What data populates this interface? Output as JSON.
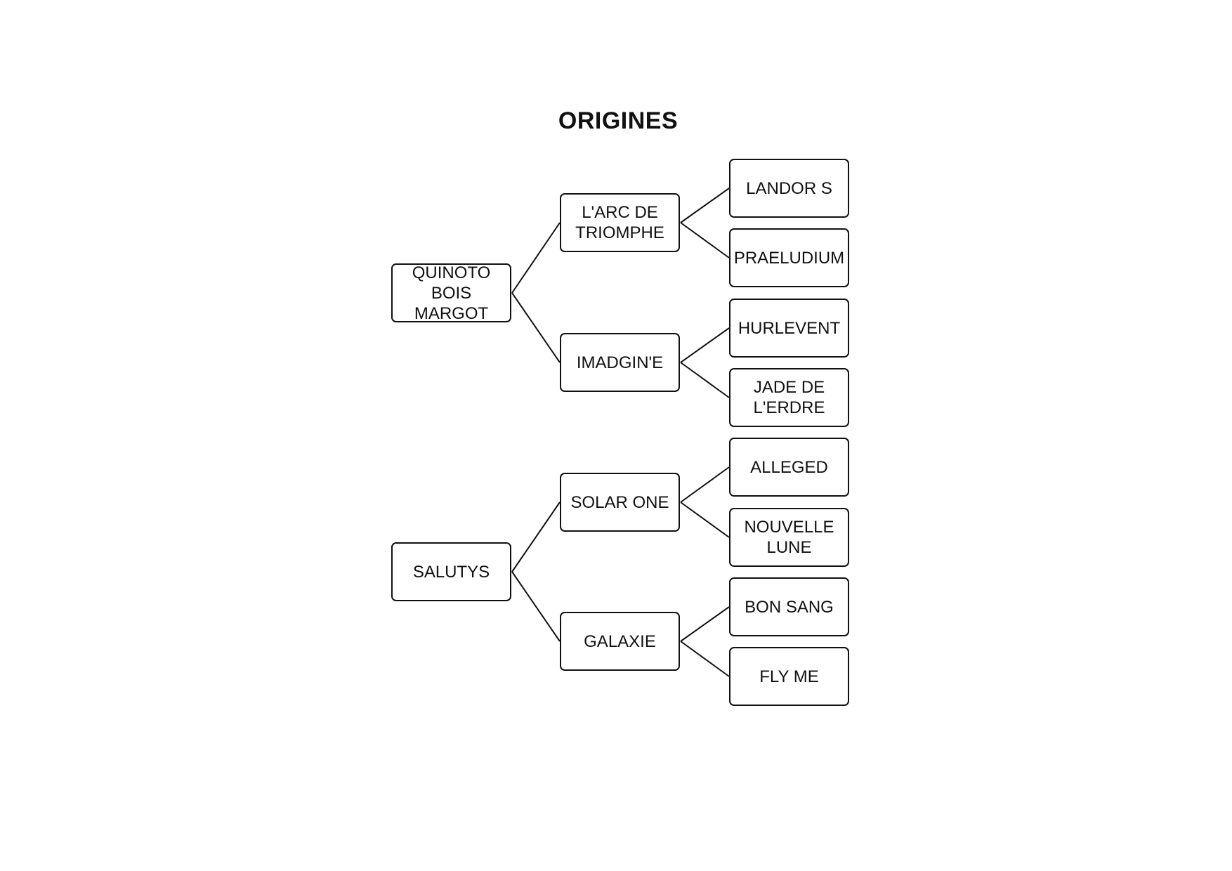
{
  "diagram": {
    "title": "ORIGINES",
    "nodes": {
      "root_1": "QUINOTO\nBOIS MARGOT",
      "root_2": "SALUTYS",
      "parent_1": "L'ARC DE\nTRIOMPHE",
      "parent_2": "IMADGIN'E",
      "parent_3": "SOLAR ONE",
      "parent_4": "GALAXIE",
      "grand_1": "LANDOR S",
      "grand_2": "PRAELUDIUM",
      "grand_3": "HURLEVENT",
      "grand_4": "JADE DE\nL'ERDRE",
      "grand_5": "ALLEGED",
      "grand_6": "NOUVELLE\nLUNE",
      "grand_7": "BON SANG",
      "grand_8": "FLY ME"
    },
    "edges": [
      [
        "root_1",
        "parent_1"
      ],
      [
        "root_1",
        "parent_2"
      ],
      [
        "parent_1",
        "grand_1"
      ],
      [
        "parent_1",
        "grand_2"
      ],
      [
        "parent_2",
        "grand_3"
      ],
      [
        "parent_2",
        "grand_4"
      ],
      [
        "root_2",
        "parent_3"
      ],
      [
        "root_2",
        "parent_4"
      ],
      [
        "parent_3",
        "grand_5"
      ],
      [
        "parent_3",
        "grand_6"
      ],
      [
        "parent_4",
        "grand_7"
      ],
      [
        "parent_4",
        "grand_8"
      ]
    ]
  }
}
